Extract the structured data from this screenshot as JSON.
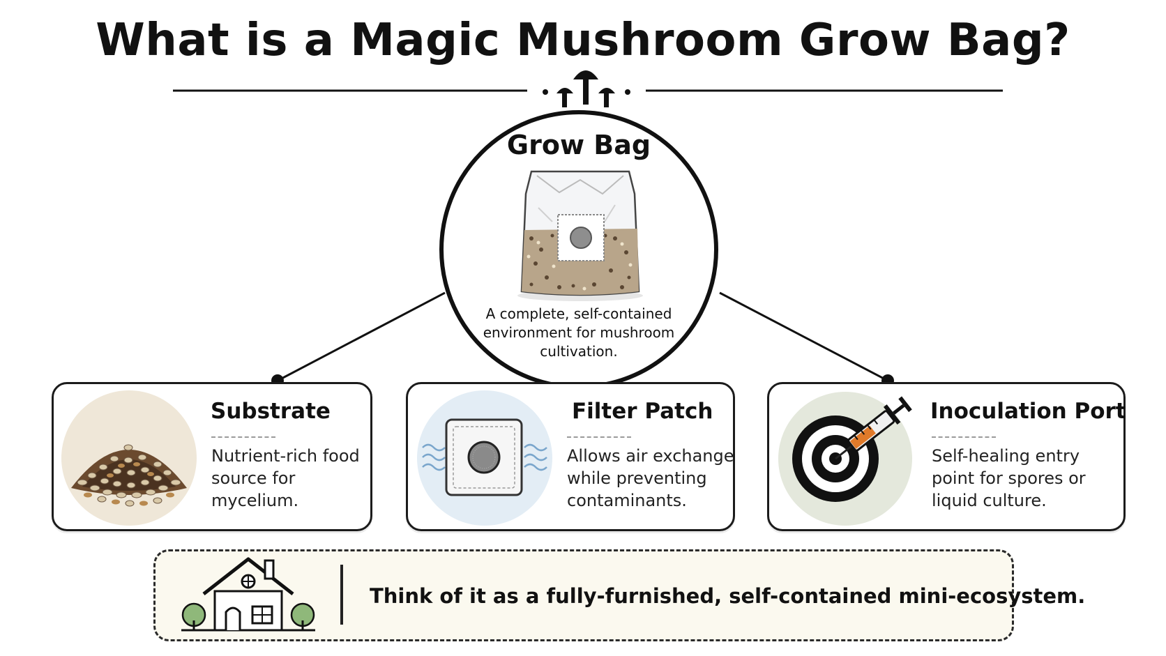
{
  "title": "What is a Magic Mushroom Grow Bag?",
  "center": {
    "title": "Grow Bag",
    "description": "A complete, self-contained environment for mushroom cultivation."
  },
  "components": [
    {
      "title": "Substrate",
      "description": "Nutrient-rich food source for mycelium."
    },
    {
      "title": "Filter Patch",
      "description": "Allows air exchange while preventing contaminants."
    },
    {
      "title": "Inoculation Port",
      "description": "Self-healing entry point for spores or liquid culture."
    }
  ],
  "summary": "Think of it as a fully-furnished, self-contained mini-ecosystem.",
  "icons": {
    "divider": "mushroom-icon",
    "center": "grow-bag-icon",
    "substrate": "grain-pile-icon",
    "filter": "filter-patch-icon",
    "inoculation": "target-syringe-icon",
    "summary": "house-icon"
  },
  "colors": {
    "ink": "#111111",
    "substrate_bg": "#efe7d8",
    "filter_bg": "#e3edf5",
    "inoculation_bg": "#e4e8dc",
    "banner_bg": "#fbf9ef"
  }
}
